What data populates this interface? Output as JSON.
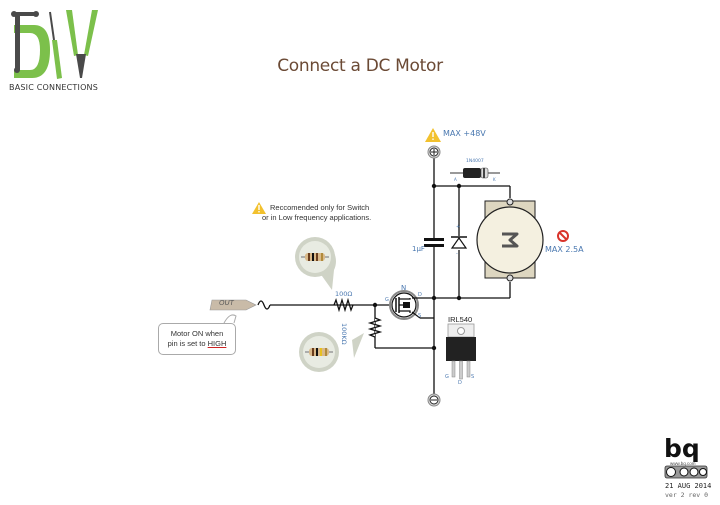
{
  "logo": {
    "text": "DIY",
    "subtitle": "BASIC CONNECTIONS",
    "colors": {
      "green": "#7cc04b",
      "dark": "#4a4a4a"
    }
  },
  "title": "Connect a DC Motor",
  "power": {
    "warning": "MAX +48V",
    "plus_terminal": "+",
    "minus_terminal": "-"
  },
  "diode": {
    "label": "1N4007",
    "anode": "A",
    "cathode": "K"
  },
  "capacitor": {
    "label": "1µF"
  },
  "flyback_diode": {
    "plus": "+",
    "minus": "-"
  },
  "motor": {
    "label": "M",
    "warning": "MAX 2.5A"
  },
  "recommendation": {
    "line1": "Reccomended only for Switch",
    "line2": "or in Low frequency applications."
  },
  "resistors": {
    "gate": "100Ω",
    "pulldown": "100KΩ"
  },
  "mosfet": {
    "type": "N",
    "gate": "G",
    "drain": "D",
    "source": "S",
    "part": "IRL540",
    "pins": [
      "G",
      "D",
      "S"
    ]
  },
  "output": {
    "label": "OUT",
    "callout_line1": "Motor ON when",
    "callout_line2": "pin is set to",
    "callout_high": "HIGH"
  },
  "footer": {
    "brand": "bq",
    "url": "www.bq.com",
    "date": "21 AUG 2014",
    "version": "ver 2 rev 0"
  },
  "colors": {
    "title": "#6b4a35",
    "label_blue": "#4a78b0",
    "warning_yellow": "#f2c12e",
    "prohibit_red": "#d9342b",
    "motor_fill": "#f4f0e0",
    "motor_case": "#ddd6c0"
  }
}
